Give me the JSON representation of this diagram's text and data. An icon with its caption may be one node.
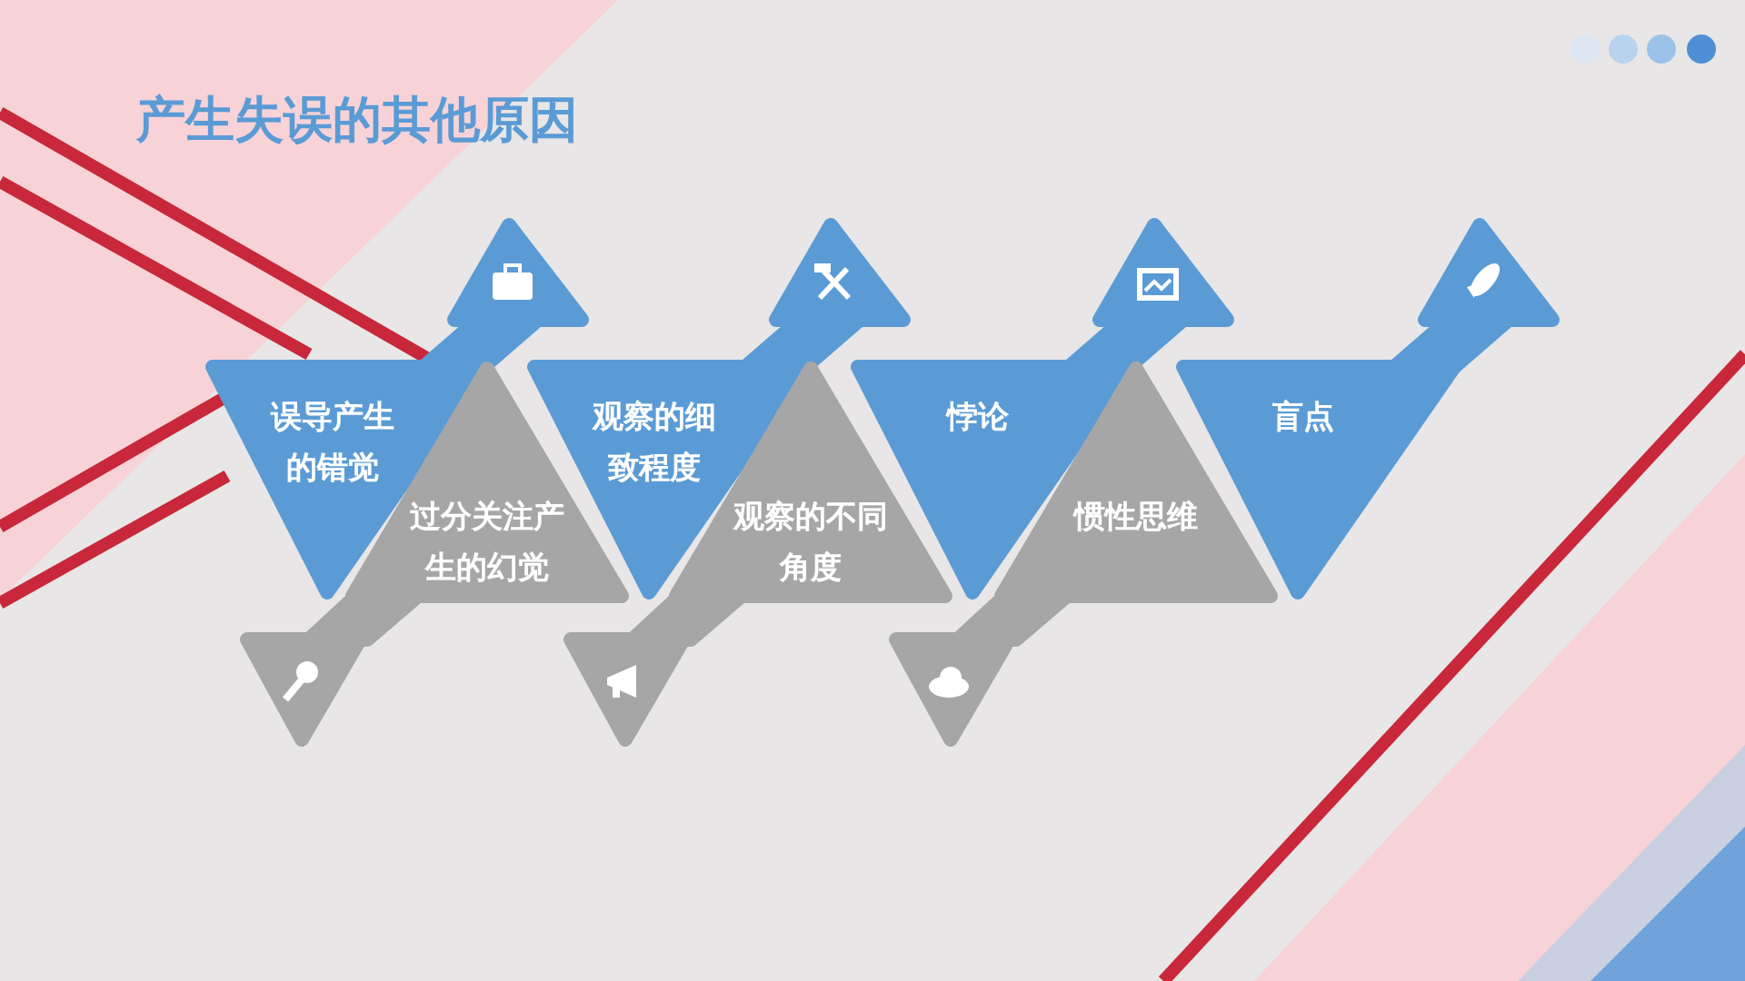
{
  "diagram": {
    "title": "产生失误的其他原因",
    "nodes": [
      {
        "text": [
          "误导产生的错觉"
        ]
      },
      {
        "text": [
          "过分关注产生的幻觉"
        ]
      },
      {
        "text": [
          "观察的细致程度"
        ]
      },
      {
        "text": [
          "观察的不同角度"
        ]
      },
      {
        "text": [
          "悖论"
        ]
      },
      {
        "text": [
          "惯性思维"
        ]
      },
      {
        "text": [
          "盲点"
        ]
      }
    ]
  }
}
